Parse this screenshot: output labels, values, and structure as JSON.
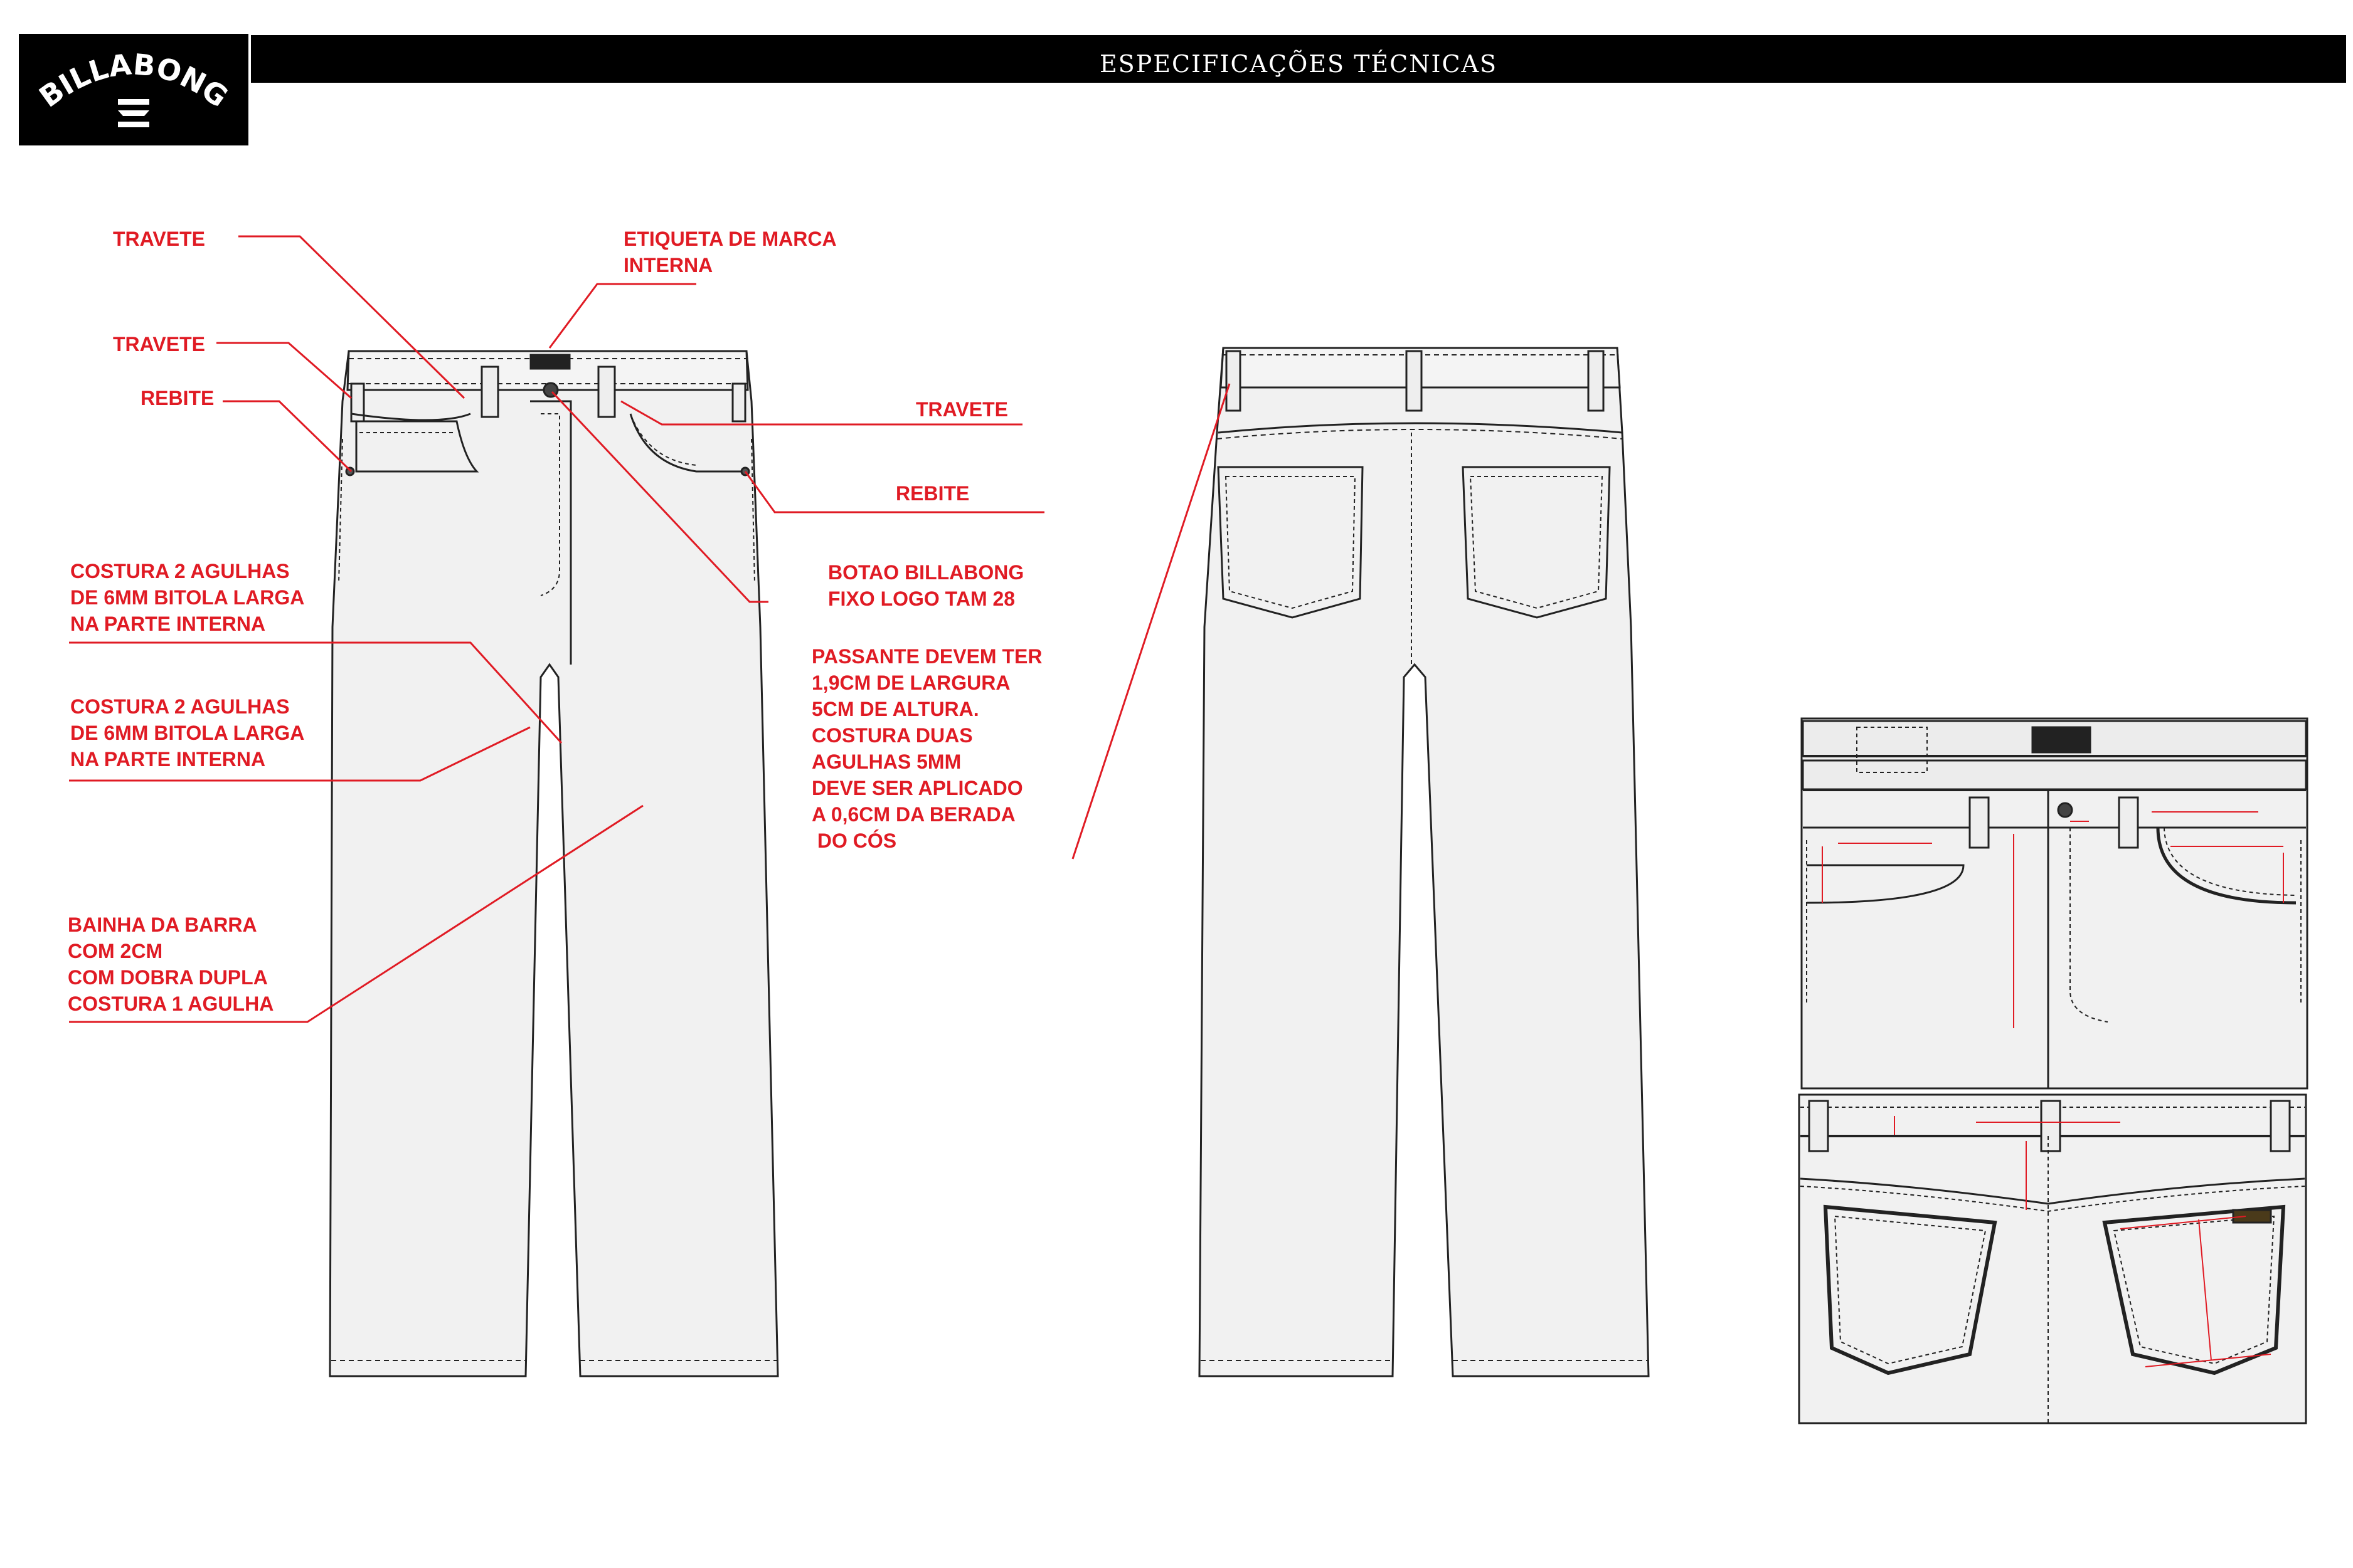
{
  "header": {
    "title": "ESPECIFICAÇÕES TÉCNICAS"
  },
  "brand": {
    "logo_text": "BILLABONG"
  },
  "colors": {
    "annotation": "#e01b24",
    "garment_fill": "#f1f1f1",
    "outline": "#222222",
    "header": "#000000"
  },
  "callouts": {
    "travete_top": "TRAVETE",
    "etiqueta": "ETIQUETA DE MARCA\nINTERNA",
    "travete_left": "TRAVETE",
    "rebite_left": "REBITE",
    "travete_right": "TRAVETE",
    "rebite_right": "REBITE",
    "costura_1": "COSTURA 2 AGULHAS\nDE 6MM BITOLA LARGA\nNA PARTE INTERNA",
    "botao": "BOTAO BILLABONG\nFIXO LOGO TAM 28",
    "passante": "PASSANTE DEVEM TER\n1,9CM DE LARGURA\n5CM DE ALTURA.\nCOSTURA DUAS\nAGULHAS 5MM\nDEVE SER APLICADO\nA 0,6CM DA BERADA\n DO CÓS",
    "costura_2": "COSTURA 2 AGULHAS\nDE 6MM BITOLA LARGA\nNA PARTE INTERNA",
    "bainha": "BAINHA DA BARRA\nCOM 2CM\nCOM DOBRA DUPLA\nCOSTURA 1 AGULHA"
  }
}
